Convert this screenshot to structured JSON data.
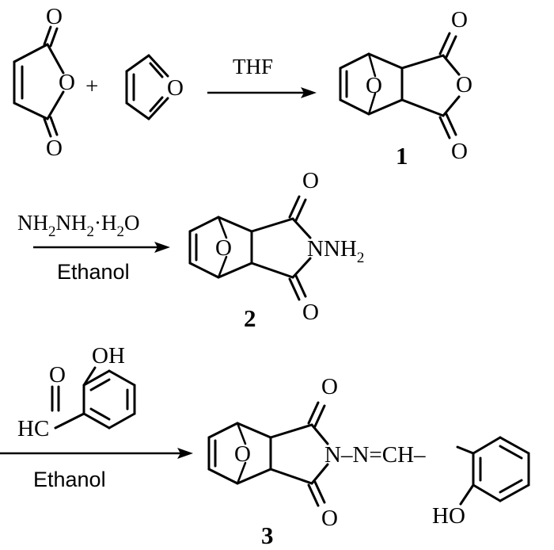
{
  "atoms": {
    "oxygen": "O",
    "n_atom": "N",
    "nh2_n": "NNH",
    "nh2_sub": "2",
    "hc": "HC",
    "oh": "OH",
    "ho": "HO",
    "imine": "N–N=CH–"
  },
  "reagents": {
    "step1_solvent": "THF",
    "step2_nh2": "NH",
    "step2_nh2_sub": "2",
    "step2_nh2b": "NH",
    "step2_nh2b_sub": "2",
    "step2_dot_h": "·H",
    "step2_h2_sub": "2",
    "step2_o": "O",
    "step2_solvent": "Ethanol",
    "step3_solvent": "Ethanol"
  },
  "compounds": {
    "c1": "1",
    "c2": "2",
    "c3": "3"
  }
}
